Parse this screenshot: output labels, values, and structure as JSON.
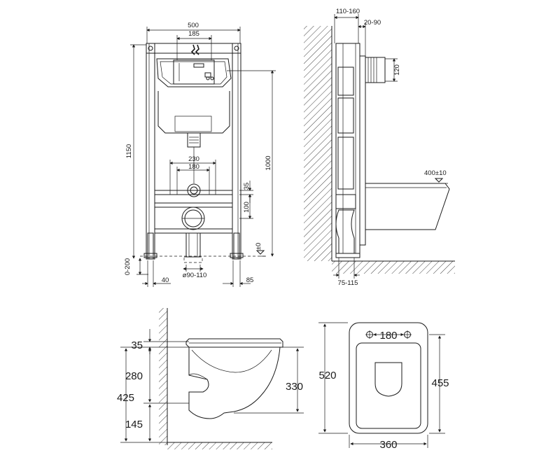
{
  "front_view": {
    "frame_width": "500",
    "flush_plate_width": "185",
    "total_height": "1150",
    "bolt_spacing_outer": "230",
    "bolt_spacing_inner": "180",
    "inlet_offset": "35",
    "outlet_height": "100",
    "flush_height": "1000",
    "leg_adjust": "0-200",
    "foot_left": "40",
    "foot_right": "85",
    "drain_diameter": "ø90-110",
    "floor_mark": "±0"
  },
  "side_view": {
    "frame_depth": "110-160",
    "wall_gap": "20-90",
    "inlet_height": "120",
    "bowl_height": "400",
    "bowl_tolerance": "±10",
    "foot_depth": "75-115"
  },
  "bowl_side": {
    "seat_offset": "35",
    "bolt_height": "280",
    "rim_height": "425",
    "bowl_depth": "330",
    "outlet_height": "145"
  },
  "bowl_top": {
    "bolt_spacing": "180",
    "length": "520",
    "inner_length": "455",
    "width": "360"
  }
}
